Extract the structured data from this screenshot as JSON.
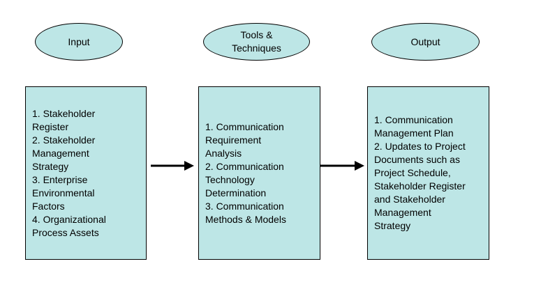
{
  "ellipses": {
    "input": "Input",
    "tools": "Tools &\nTechniques",
    "output": "Output"
  },
  "boxes": {
    "input": "1. Stakeholder\nRegister\n2. Stakeholder\nManagement\nStrategy\n3. Enterprise\nEnvironmental\nFactors\n4. Organizational\nProcess Assets",
    "tools": "1. Communication\nRequirement\nAnalysis\n2. Communication\nTechnology\nDetermination\n3. Communication\nMethods & Models",
    "output": "1. Communication\nManagement Plan\n2. Updates to Project\nDocuments such as\nProject Schedule,\nStakeholder Register\nand Stakeholder\nManagement\nStrategy"
  },
  "colors": {
    "fill": "#bde6e6",
    "stroke": "#000000"
  }
}
